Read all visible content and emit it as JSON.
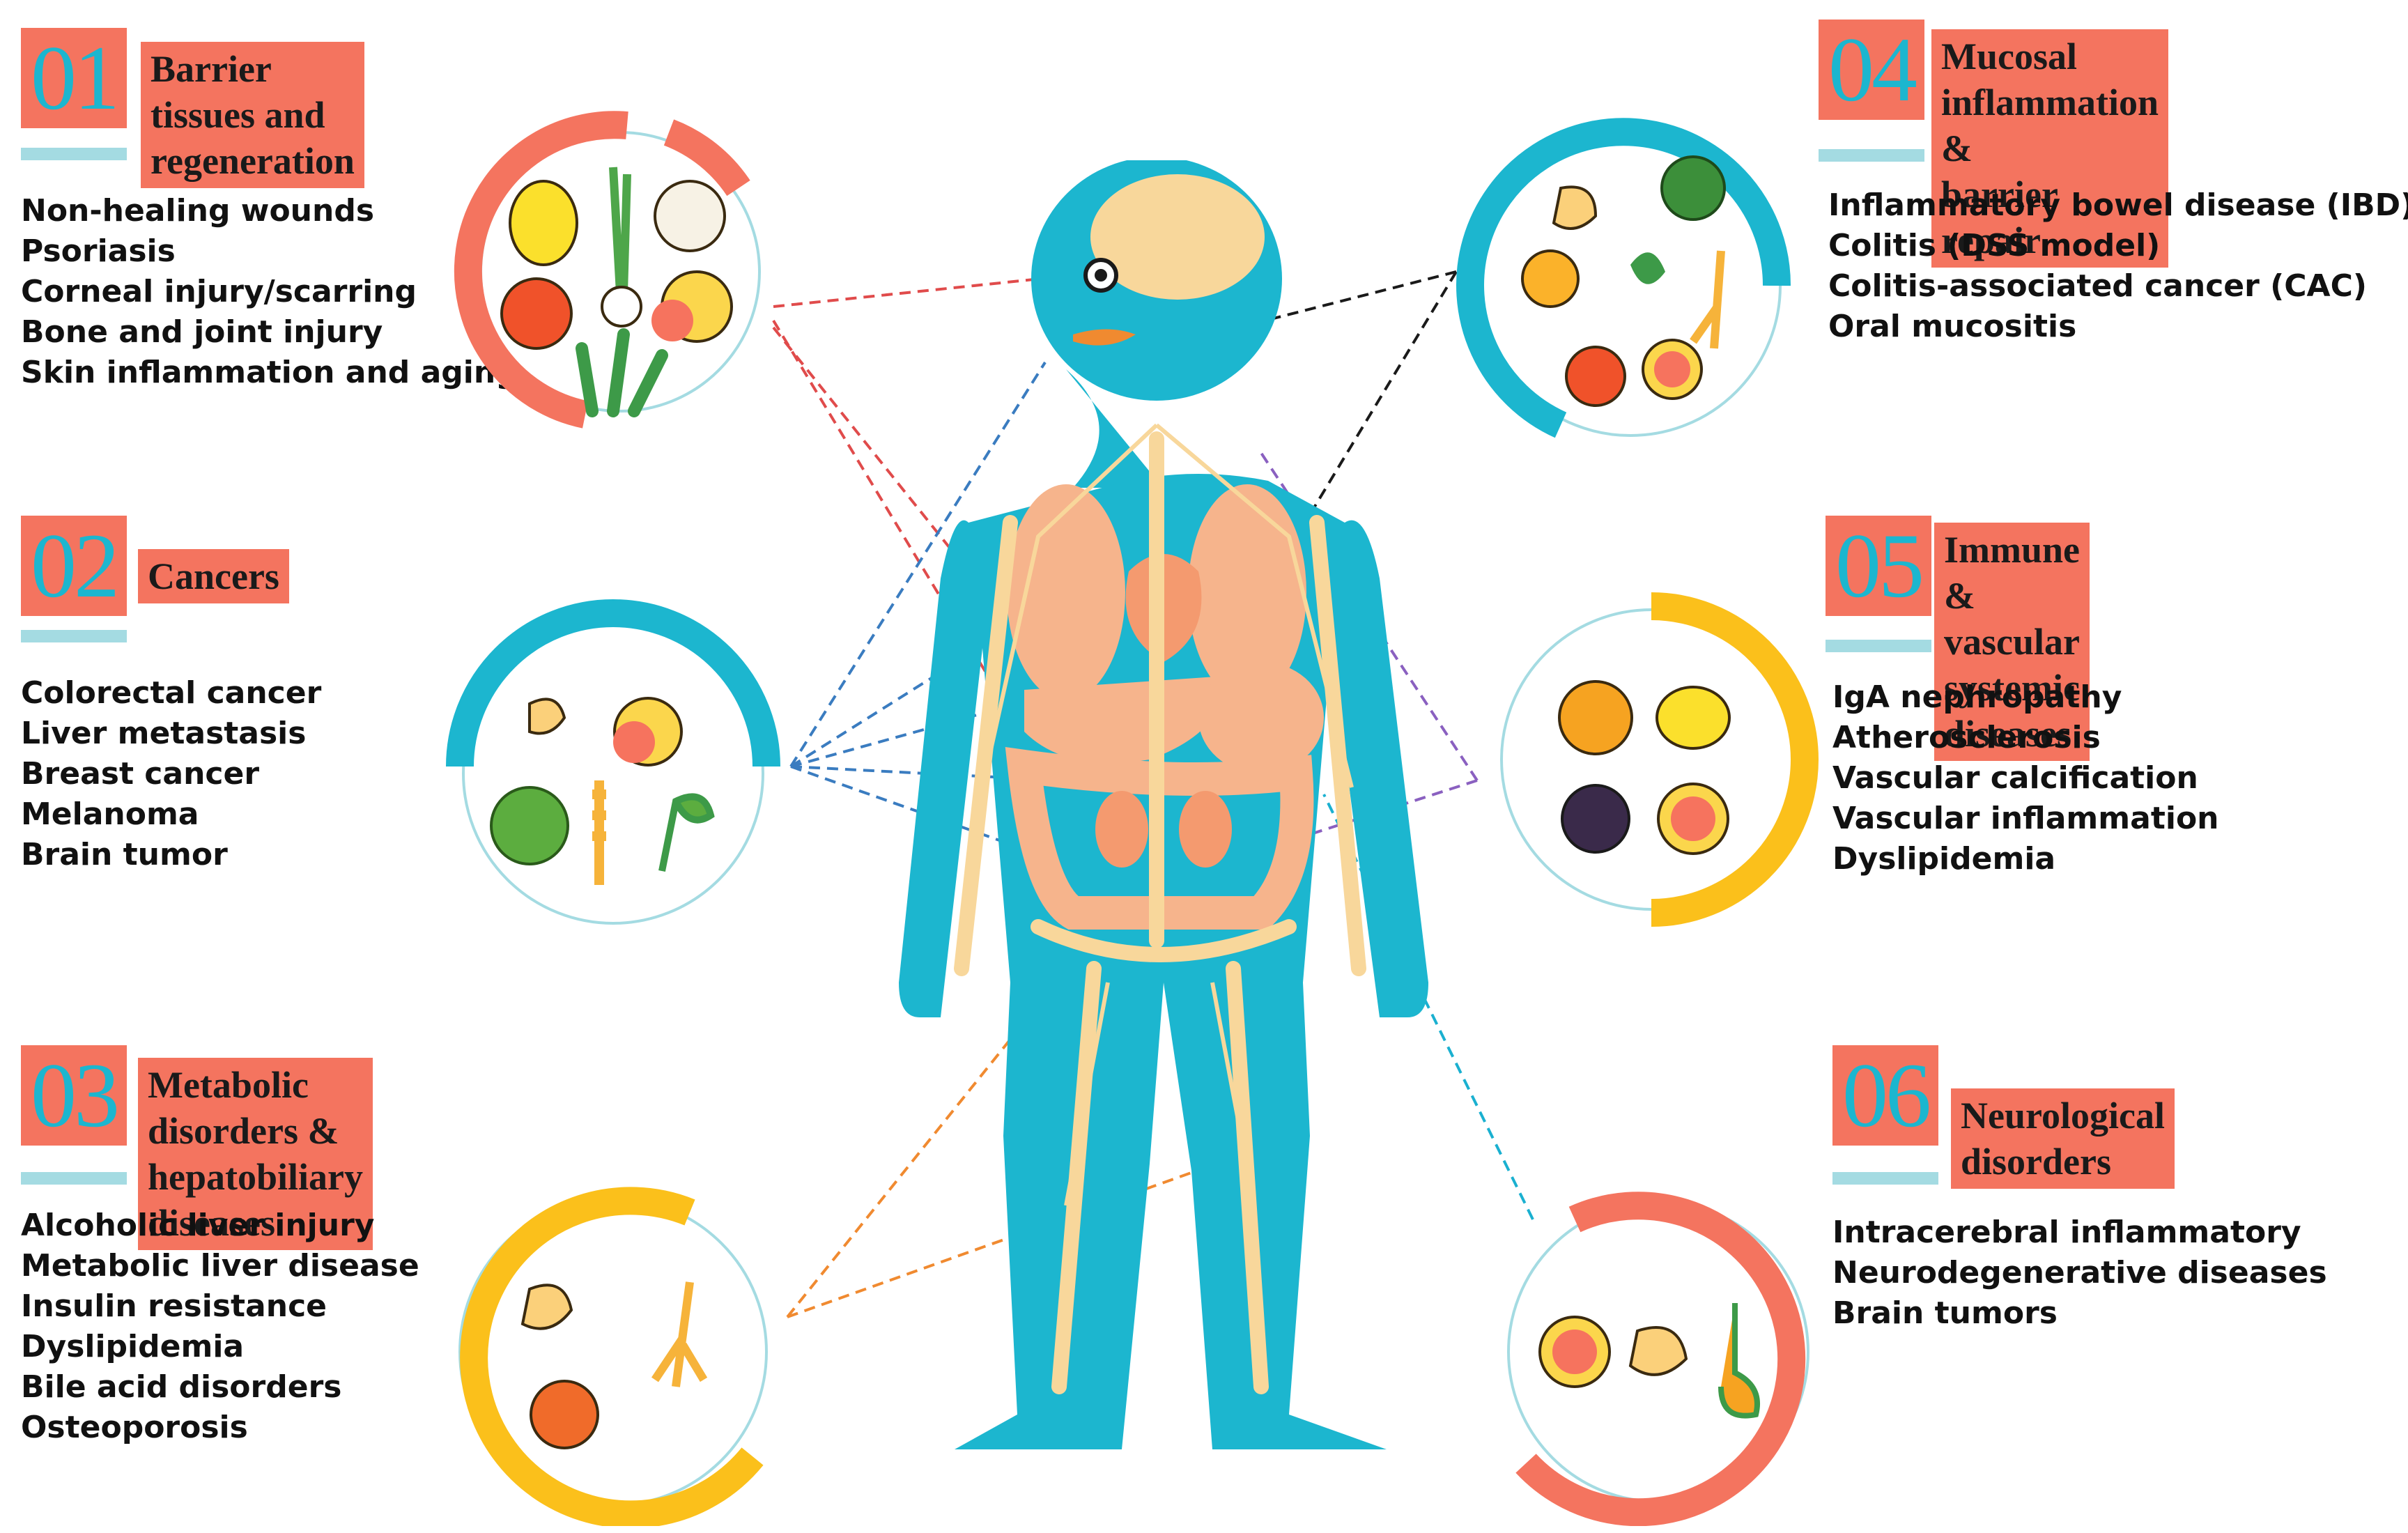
{
  "panels": [
    {
      "number": "01",
      "title": "Barrier tissues and\nregeneration",
      "items": [
        "Non-healing  wounds",
        "Psoriasis",
        "Corneal injury/scarring",
        "Bone and joint injury",
        "Skin inflammation and aging"
      ],
      "ring_color": "#f4745f",
      "icons": [
        "lemon-icon",
        "scallion-icon",
        "garlic-icon",
        "apple-icon",
        "aloe-icon",
        "grapefruit-icon"
      ]
    },
    {
      "number": "02",
      "title": "Cancers",
      "items": [
        "Colorectal cancer",
        "Liver metastasis",
        "Breast cancer",
        "Melanoma",
        "Brain tumor"
      ],
      "ring_color": "#1cb6cf",
      "icons": [
        "ginger-icon",
        "grapefruit-icon",
        "cabbage-icon",
        "wheat-icon",
        "tea-leaf-icon"
      ]
    },
    {
      "number": "03",
      "title": "Metabolic disorders &\nhepatobiliary diseases",
      "items": [
        "Alcoholic liver injury",
        "Metabolic liver disease",
        "Insulin resistance",
        "Dyslipidemia",
        "Bile acid disorders",
        "Osteoporosis"
      ],
      "ring_color": "#fbc01b",
      "icons": [
        "ginger-icon",
        "ginseng-icon",
        "apple-icon"
      ]
    },
    {
      "number": "04",
      "title": "Mucosal inflammation &\nbarrier repair",
      "items": [
        "Inflammatory bowel disease (IBD)",
        "Colitis (DSS model)",
        "Colitis-associated cancer (CAC)",
        "Oral mucositis"
      ],
      "ring_color": "#1cb6cf",
      "icons": [
        "ginger-icon",
        "broccoli-icon",
        "orange-icon",
        "tea-leaf-icon",
        "ginseng-icon",
        "apple-icon",
        "grapefruit-icon"
      ]
    },
    {
      "number": "05",
      "title": "Immune & vascular\nsystemic diseases",
      "items": [
        "IgA nephropathy",
        "Atherosclerosis",
        "Vascular calcification",
        "Vascular inflammation",
        "Dyslipidemia"
      ],
      "ring_color": "#fbc01b",
      "icons": [
        "orange-icon",
        "lemon-icon",
        "blackberry-icon",
        "grapefruit-icon"
      ]
    },
    {
      "number": "06",
      "title": "Neurological disorders",
      "items": [
        "Intracerebral inflammatory",
        "Neurodegenerative diseases",
        "Brain tumors"
      ],
      "ring_color": "#f4745f",
      "icons": [
        "grapefruit-icon",
        "ginger-icon",
        "turmeric-icon"
      ]
    }
  ],
  "colors": {
    "accent": "#f4745f",
    "teal": "#1cb6cf",
    "yellow": "#fbc01b",
    "bone": "#f8d79b",
    "organ": "#f6b48c",
    "num_underline": "#a4dbe2"
  }
}
